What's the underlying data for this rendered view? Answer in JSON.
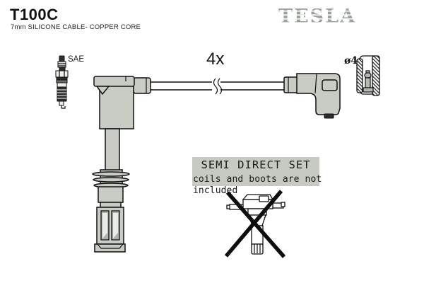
{
  "header": {
    "product_code": "T100C",
    "description": "7mm SILICONE CABLE- COPPER CORE",
    "brand": "TESLA"
  },
  "diagram": {
    "sae_label": "SAE",
    "quantity": "4x",
    "terminal_diameter": "ø4",
    "icons": [
      "spark-plug-icon",
      "long-boot-drawing",
      "cable-break-icon",
      "elbow-boot-drawing",
      "terminal-socket-drawing",
      "ignition-coil-icon",
      "prohibition-cross-icon"
    ]
  },
  "notice": {
    "heading": "SEMI DIRECT SET",
    "line1": "coils and boots are not",
    "line2": "included"
  },
  "colors": {
    "boot_fill": "#c8ccc4",
    "notice_bg": "#c6cac2",
    "brand_gray": "#9ba19b",
    "outline": "#111111"
  }
}
